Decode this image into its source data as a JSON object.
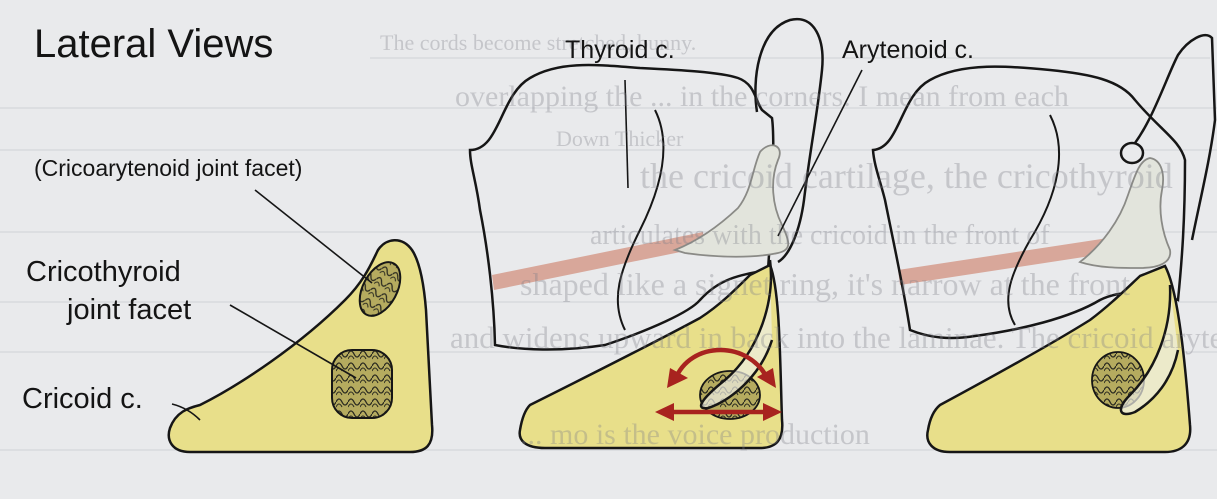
{
  "figure": {
    "title": "Lateral Views",
    "labels": {
      "thyroid": "Thyroid c.",
      "arytenoid": "Arytenoid c.",
      "cricoarytenoid_facet": "(Cricoarytenoid joint facet)",
      "cricothyroid_facet_line1": "Cricothyroid",
      "cricothyroid_facet_line2": "joint facet",
      "cricoid": "Cricoid c."
    }
  },
  "background_text": [
    "The cords become stretched, bunny.",
    "overlapping the ... in the corners. I mean from each",
    "Down Thicker",
    "the cricoid cartilage, the cricothyroid",
    "articulates with the cricoid in the front of",
    "shaped like a signet ring, it's narrow at the front",
    "and widens upward in back into the laminae. The cricoid arytenoid",
    "... mo is the voice production"
  ],
  "colors": {
    "background": "#e9eaec",
    "cartilage_yellow": "#e8df8a",
    "arytenoid_fill": "#e2e4dc",
    "ligament": "#d8a79a",
    "arrow_red": "#a8231f",
    "outline": "#161616"
  }
}
